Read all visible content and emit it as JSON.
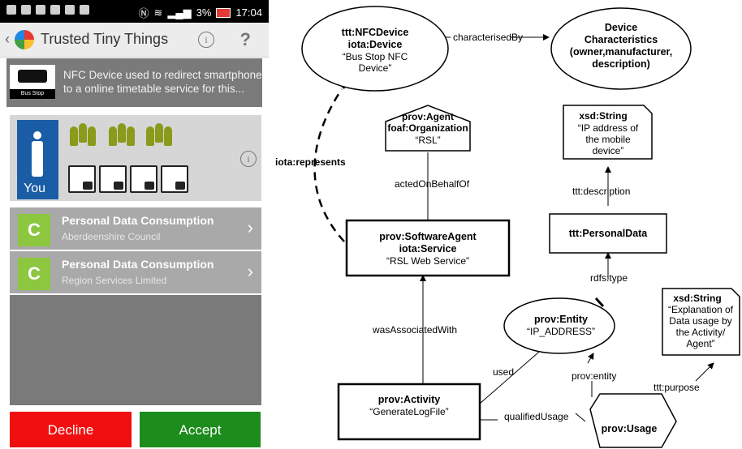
{
  "status_bar": {
    "battery": "3%",
    "time": "17:04"
  },
  "app": {
    "title": "Trusted Tiny Things",
    "help": "?"
  },
  "device": {
    "icon_label": "Bus Stop",
    "description": "NFC Device used to redirect smartphone to a online timetable service for this..."
  },
  "agents": {
    "you_label": "You"
  },
  "consumption": [
    {
      "badge": "C",
      "title": "Personal Data Consumption",
      "subtitle": "Aberdeenshire Council"
    },
    {
      "badge": "C",
      "title": "Personal Data Consumption",
      "subtitle": "Region Services Limited"
    }
  ],
  "buttons": {
    "decline": "Decline",
    "accept": "Accept"
  },
  "diagram": {
    "nfc_device": {
      "line1": "ttt:NFCDevice",
      "line2": "iota:Device",
      "line3": "“Bus Stop NFC",
      "line4": "Device”"
    },
    "device_chars": {
      "line1": "Device",
      "line2": "Characteristics",
      "line3": "(owner,manufacturer,",
      "line4": "description)"
    },
    "prov_agent": {
      "line1": "prov:Agent",
      "line2": "foaf:Organization",
      "line3": "“RSL”"
    },
    "xsd_string1": {
      "line1": "xsd:String",
      "line2": "“IP address of",
      "line3": "the mobile",
      "line4": "device”"
    },
    "software_agent": {
      "line1": "prov:SoftwareAgent",
      "line2": "iota:Service",
      "line3": "“RSL Web Service”"
    },
    "personal_data": {
      "line1": "ttt:PersonalData"
    },
    "prov_entity": {
      "line1": "prov:Entity",
      "line2": "“IP_ADDRESS”"
    },
    "xsd_string2": {
      "line1": "xsd:String",
      "line2": "“Explanation of",
      "line3": "Data usage by",
      "line4": "the Activity/",
      "line5": "Agent”"
    },
    "prov_activity": {
      "line1": "prov:Activity",
      "line2": "“GenerateLogFile”"
    },
    "prov_usage": {
      "line1": "prov:Usage"
    },
    "edges": {
      "characterised_by": "characterisedBy",
      "iota_represents": "iota:represents",
      "acted_on_behalf_of": "actedOnBehalfOf",
      "ttt_description": "ttt:description",
      "rdfs_type": "rdfs:type",
      "was_associated_with": "wasAssociatedWith",
      "used": "used",
      "prov_entity": "prov:entity",
      "ttt_purpose": "ttt:purpose",
      "qualified_usage": "qualifiedUsage"
    }
  }
}
